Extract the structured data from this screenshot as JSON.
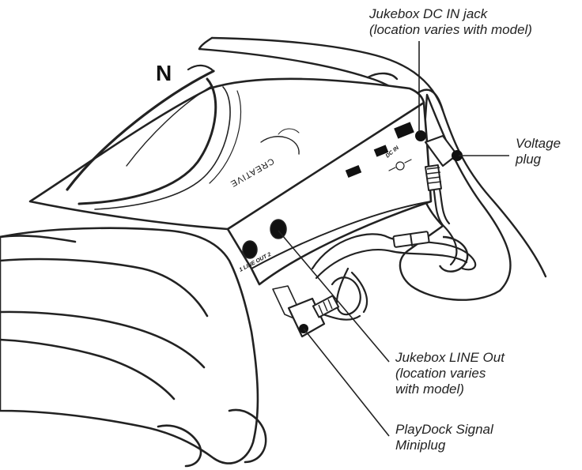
{
  "north_label": "N",
  "brand_text": "CREATIVE",
  "port_labels": {
    "line_out": "1 LINE OUT 2",
    "dc_in": "DC IN"
  },
  "callouts": {
    "dc_in_jack": {
      "line1": "Jukebox DC IN jack",
      "line2": "(location varies with model)"
    },
    "voltage_plug": {
      "line1": "Voltage",
      "line2": "plug"
    },
    "line_out": {
      "line1": "Jukebox LINE Out",
      "line2": "(location varies",
      "line3": "with model)"
    },
    "signal_miniplug": {
      "line1": "PlayDock Signal",
      "line2": "Miniplug"
    }
  }
}
